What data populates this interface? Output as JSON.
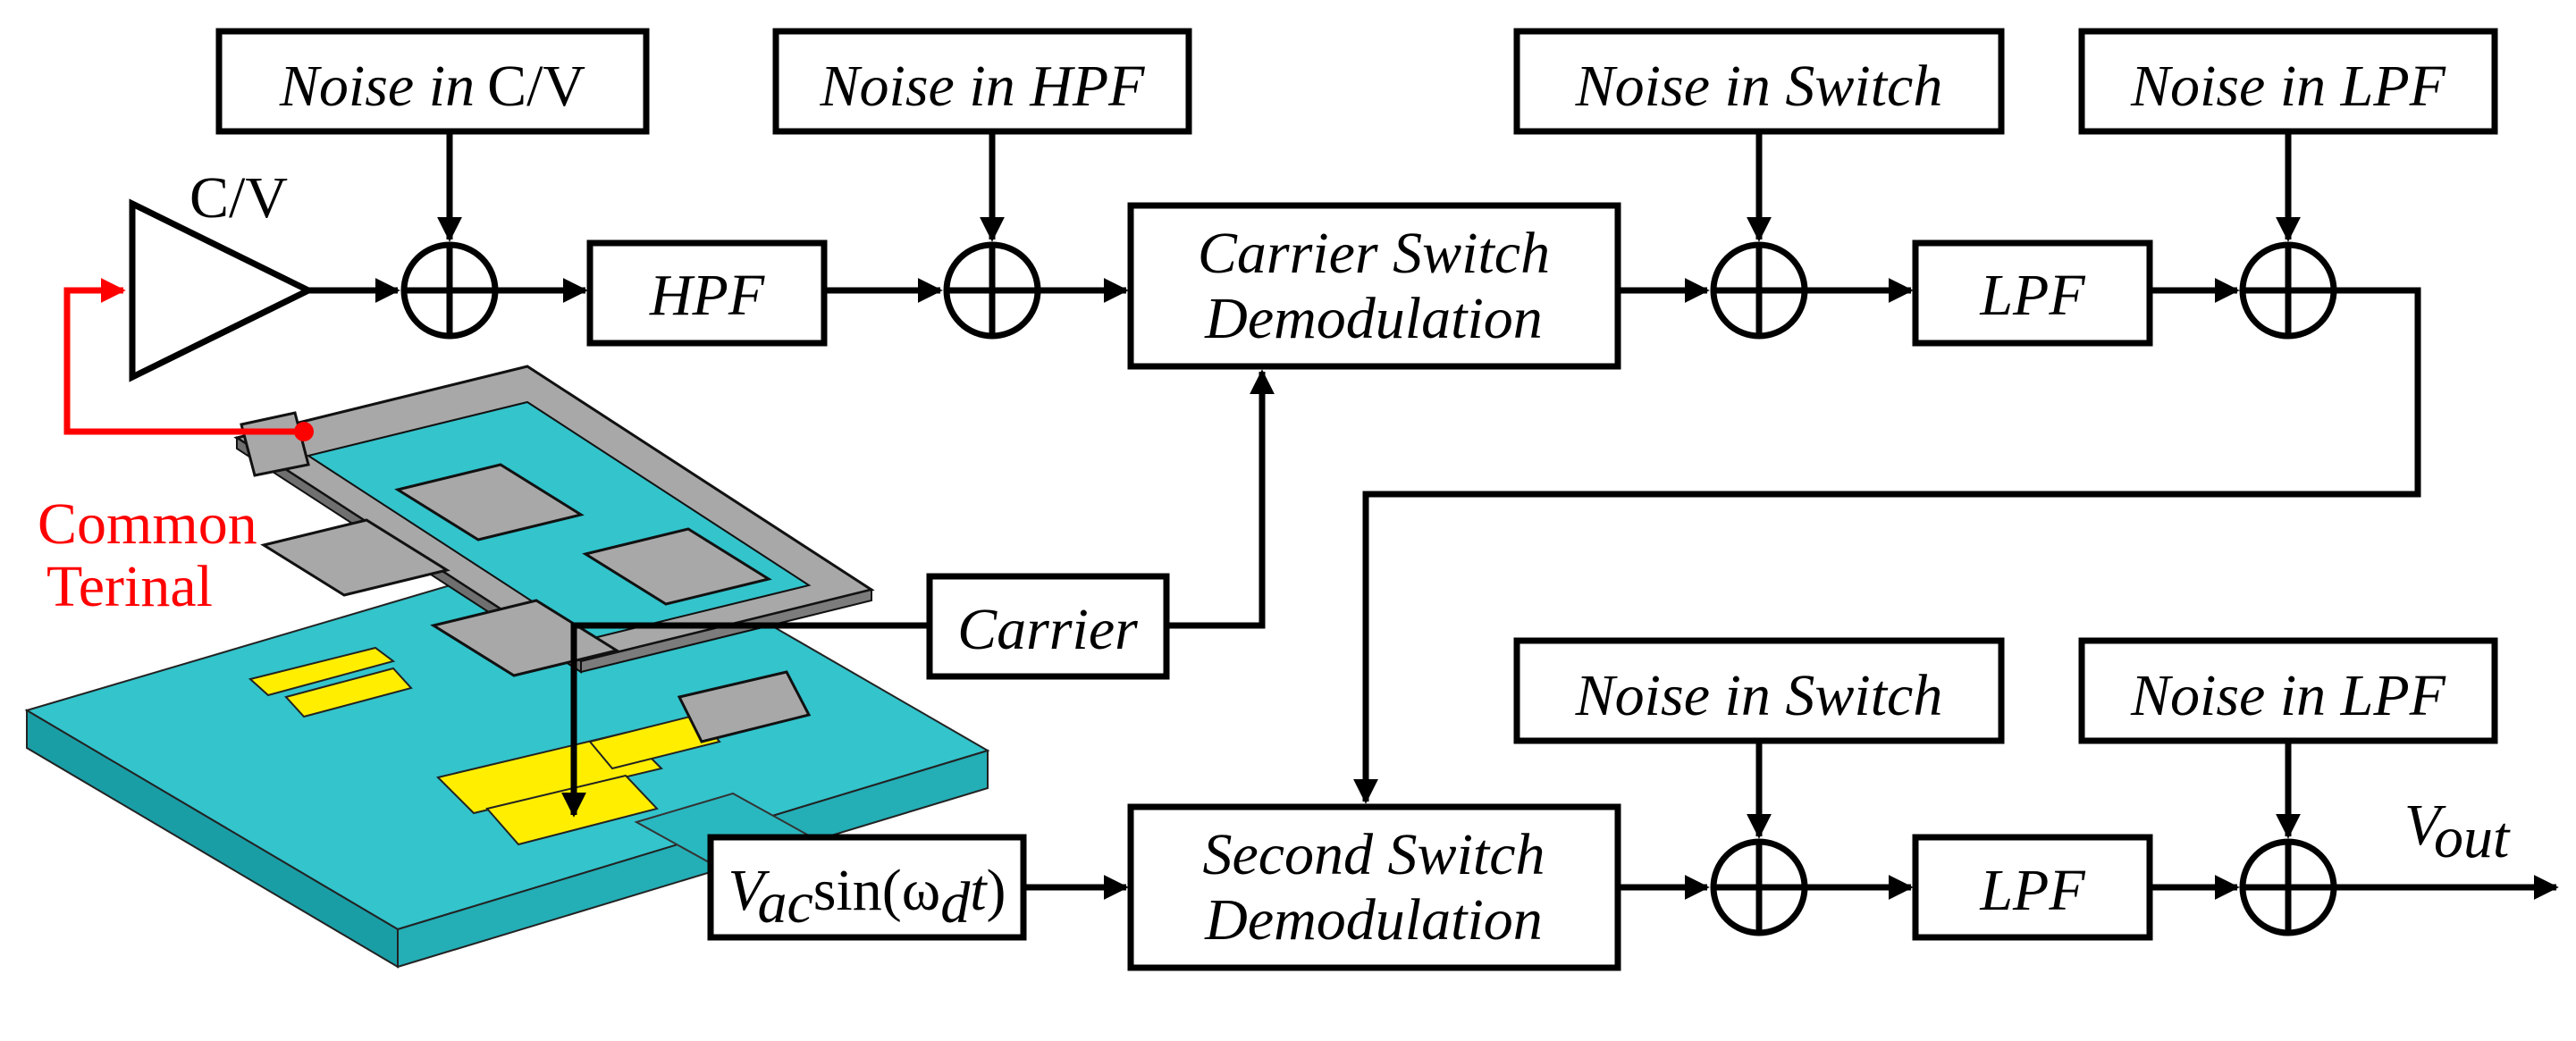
{
  "noise": {
    "cv_prefix": "Noise in",
    "cv_suffix": "C/V",
    "hpf": "Noise in HPF",
    "switch_top": "Noise in Switch",
    "lpf_top": "Noise in LPF",
    "switch_bottom": "Noise in Switch",
    "lpf_bottom": "Noise in LPF"
  },
  "blocks": {
    "cv_amp": "C/V",
    "hpf": "HPF",
    "carrier_demod_line1": "Carrier Switch",
    "carrier_demod_line2": "Demodulation",
    "lpf_top": "LPF",
    "carrier": "Carrier",
    "second_demod_line1": "Second Switch",
    "second_demod_line2": "Demodulation",
    "lpf_bottom": "LPF"
  },
  "drive": {
    "v": "V",
    "v_sub": "ac",
    "sin_open": "sin(",
    "omega": "ω",
    "omega_sub": "d",
    "t": "t",
    "close": ")"
  },
  "output": {
    "v": "V",
    "sub": "out"
  },
  "annotation": {
    "common_line1": "Common",
    "common_line2": "Terinal"
  },
  "colors": {
    "substrate": "#33c4cc",
    "electrode": "#ffee00",
    "proof_mass": "#a0a0a0",
    "annotation": "#ff0000"
  }
}
